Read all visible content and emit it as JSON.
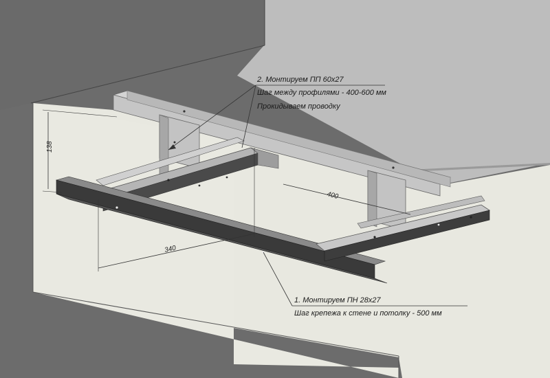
{
  "annotations": {
    "top": {
      "line1": "2. Монтируем ПП 60х27",
      "line2": "Шаг между профилями - 400-600 мм",
      "line3": "Прокидываем проводку"
    },
    "bottom": {
      "line1": "1. Монтируем ПН 28х27",
      "line2": "Шаг крепежа к стене и потолку - 500 мм"
    }
  },
  "dimensions": {
    "height": "138",
    "spacing": "400",
    "depth": "340"
  },
  "colors": {
    "wall_dark": "#6c6c6c",
    "ceiling": "#bdbdbd",
    "wall_light": "#e8e8e0",
    "profile_light": "#c9c9c9",
    "profile_dark": "#3d3d3d",
    "line": "#555555"
  }
}
